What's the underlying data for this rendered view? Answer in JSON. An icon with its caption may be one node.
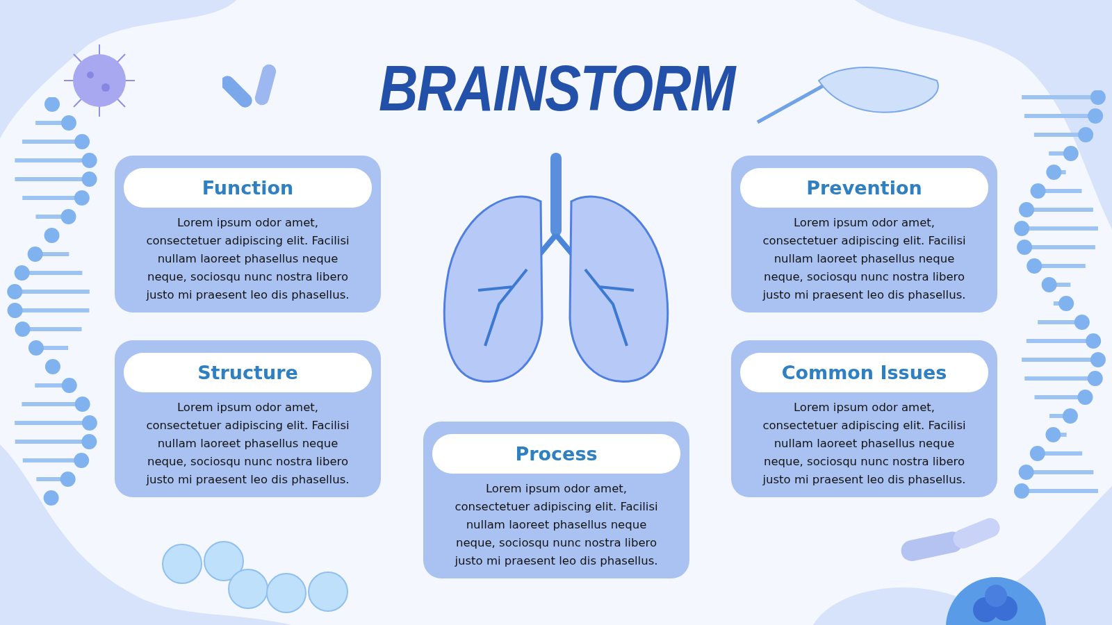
{
  "diagram": {
    "title": "BRAINSTORM",
    "nodes": [
      {
        "text": [
          "Function",
          "Lorem ipsum odor amet, consectetuer adipiscing elit. Facilisi nullam laoreet phasellus neque neque, sociosqu nunc nostra libero justo mi praesent leo dis phasellus."
        ]
      },
      {
        "text": [
          "Prevention",
          "Lorem ipsum odor amet, consectetuer adipiscing elit. Facilisi nullam laoreet phasellus neque neque, sociosqu nunc nostra libero justo mi praesent leo dis phasellus."
        ]
      },
      {
        "text": [
          "Structure",
          "Lorem ipsum odor amet, consectetuer adipiscing elit. Facilisi nullam laoreet phasellus neque neque, sociosqu nunc nostra libero justo mi praesent leo dis phasellus."
        ]
      },
      {
        "text": [
          "Common Issues",
          "Lorem ipsum odor amet, consectetuer adipiscing elit. Facilisi nullam laoreet phasellus neque neque, sociosqu nunc nostra libero justo mi praesent leo dis phasellus."
        ]
      },
      {
        "text": [
          "Process",
          "Lorem ipsum odor amet, consectetuer adipiscing elit. Facilisi nullam laoreet phasellus neque neque, sociosqu nunc nostra libero justo mi praesent leo dis phasellus."
        ]
      }
    ],
    "edges": []
  }
}
